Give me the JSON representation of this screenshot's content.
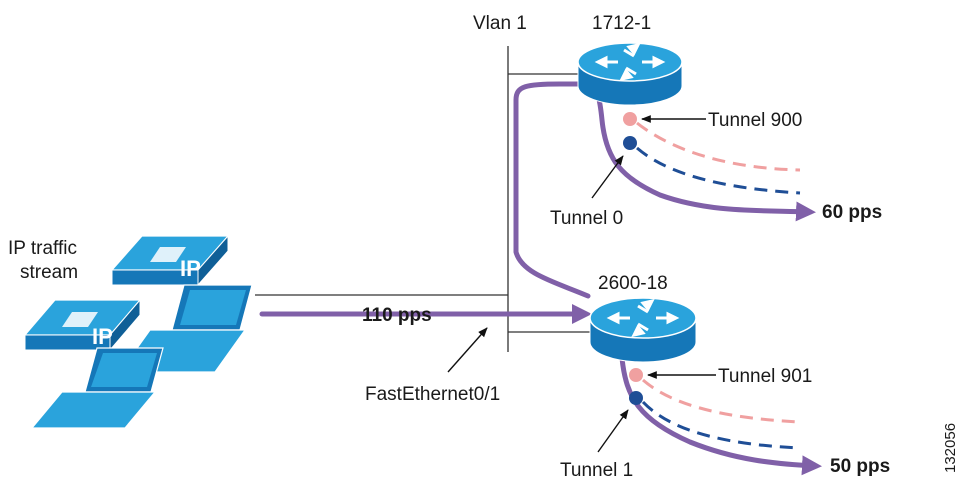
{
  "labels": {
    "vlan": "Vlan 1",
    "router_top": "1712-1",
    "router_bottom": "2600-18",
    "tunnel_900": "Tunnel 900",
    "tunnel_0": "Tunnel 0",
    "tunnel_901": "Tunnel 901",
    "tunnel_1": "Tunnel 1",
    "ip_stream_line1": "IP traffic",
    "ip_stream_line2": "stream",
    "rate_in": "110 pps",
    "rate_top": "60 pps",
    "rate_bottom": "50 pps",
    "interface": "FastEthernet0/1",
    "phone_badge": "IP",
    "figure_id": "132056"
  },
  "colors": {
    "flow": "#8060a8",
    "tunnel_pink": "#f0a0a0",
    "tunnel_blue": "#1f4e96",
    "device": "#2aa3dc",
    "device_dark": "#1577b8",
    "wire": "#333333"
  }
}
